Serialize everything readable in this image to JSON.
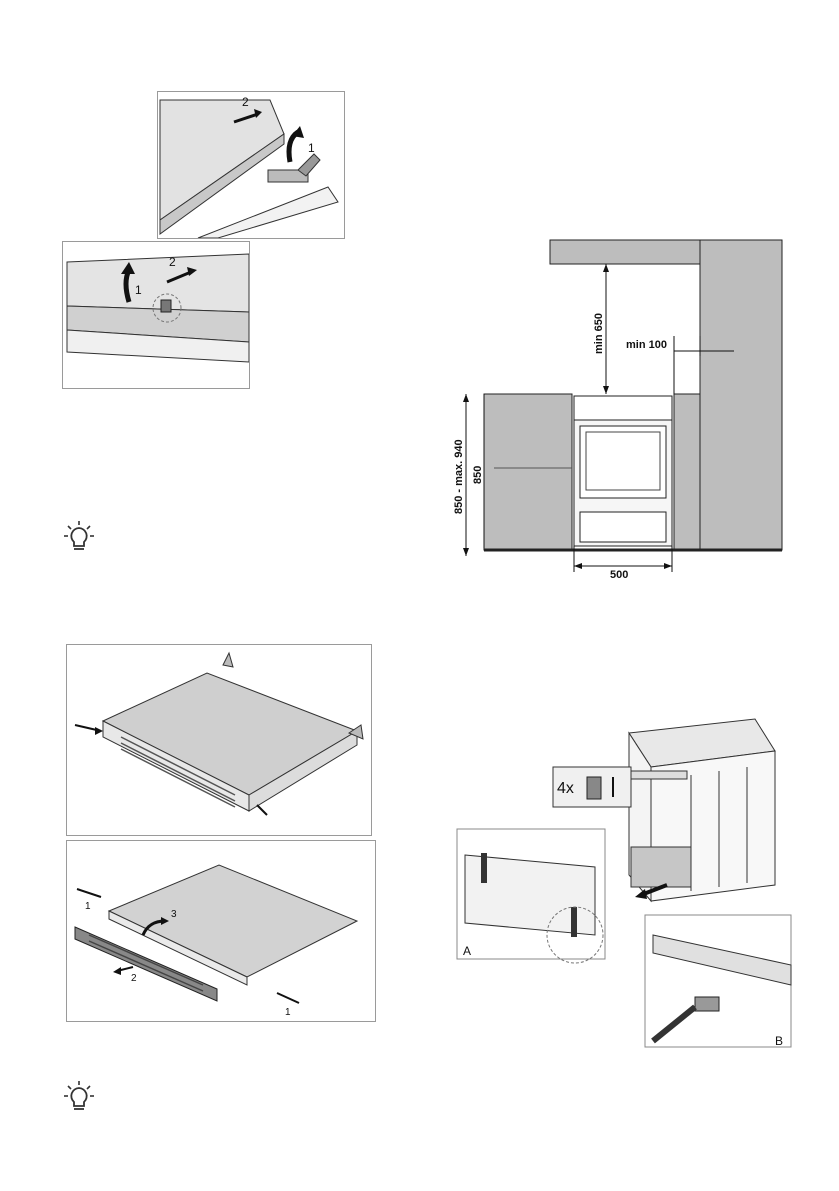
{
  "figure_top_1": {
    "labels": [
      "2",
      "1"
    ]
  },
  "figure_top_2": {
    "labels": [
      "2",
      "1"
    ]
  },
  "dimensions": {
    "min_650": "min 650",
    "min_100": "min 100",
    "range": "850 - max. 940",
    "height": "850",
    "width": "500"
  },
  "figure_drawer_2": {
    "labels": [
      "1",
      "2",
      "3",
      "1"
    ]
  },
  "figure_feet": {
    "count": "4x",
    "label_a": "A",
    "label_b": "B"
  },
  "icons": [
    "lightbulb-tip-icon",
    "lightbulb-tip-icon"
  ]
}
